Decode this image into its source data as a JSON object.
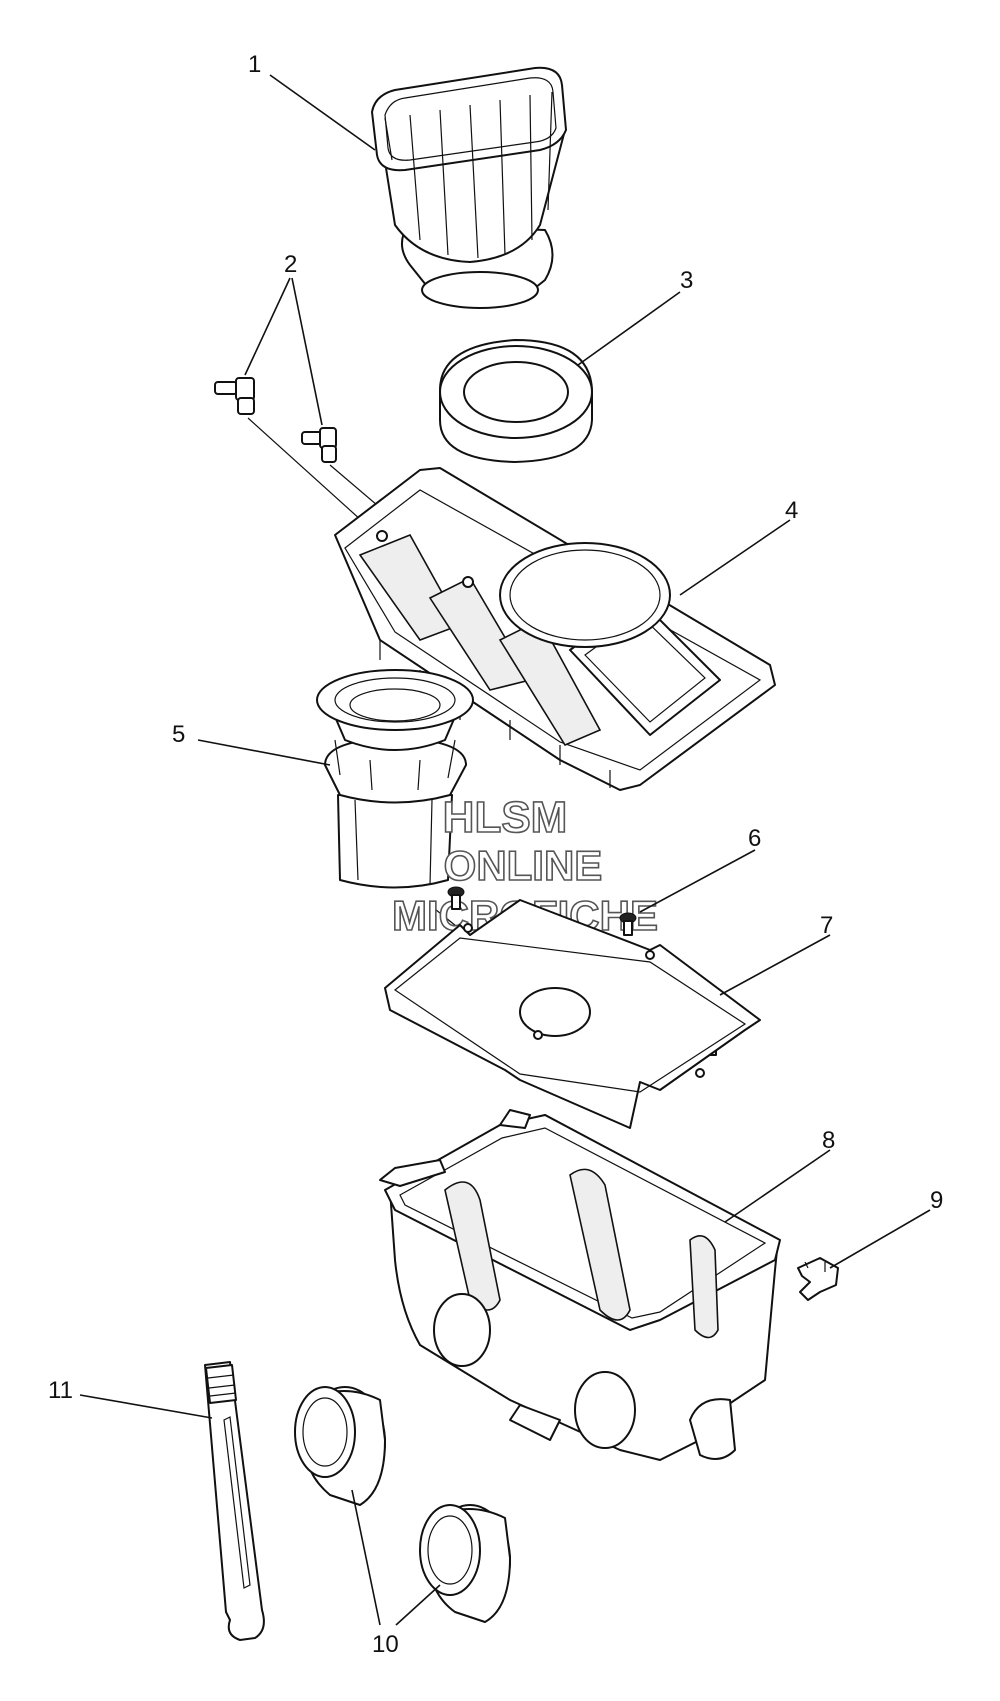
{
  "callouts": [
    "1",
    "2",
    "3",
    "4",
    "5",
    "6",
    "7",
    "8",
    "9",
    "10",
    "11"
  ],
  "watermark": {
    "line1": "HLSM",
    "line2": "ONLINE",
    "line3": "MICROFICHE"
  },
  "colors": {
    "ink": "#111111",
    "paper": "#ffffff",
    "watermark_outline": "#555555"
  }
}
